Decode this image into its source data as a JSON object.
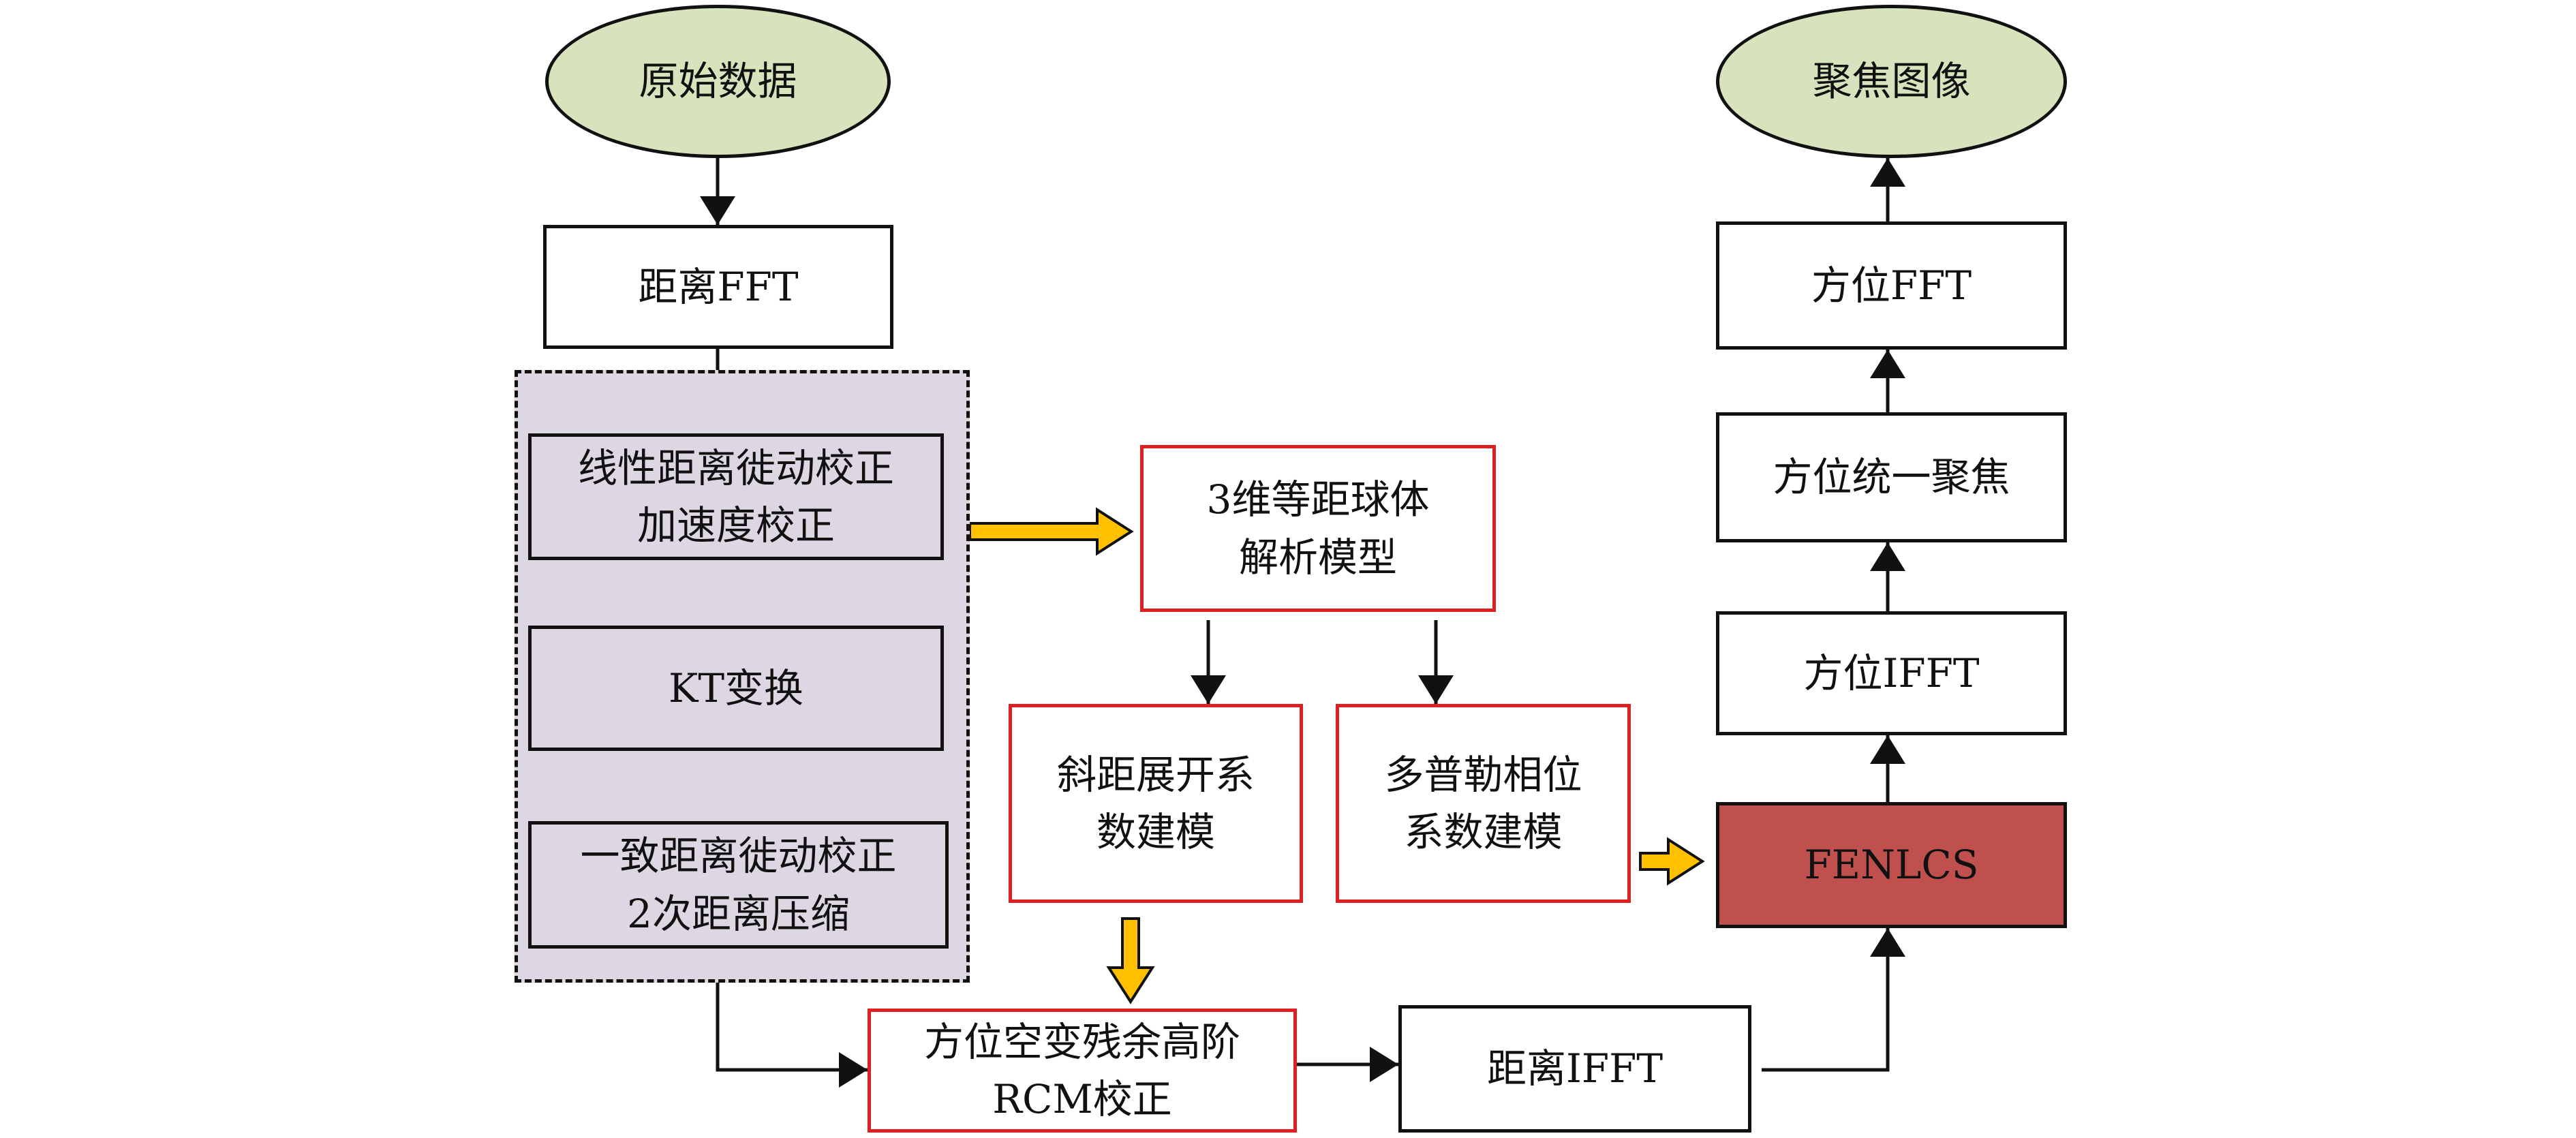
{
  "nodes": {
    "raw_data": "原始数据",
    "range_fft": "距离FFT",
    "linear_rcm_line1": "线性距离徙动校正",
    "linear_rcm_line2": "加速度校正",
    "kt_transform": "KT变换",
    "uniform_rcm_line1": "一致距离徙动校正",
    "uniform_rcm_line2": "2次距离压缩",
    "analytic_model_line1": "3维等距球体",
    "analytic_model_line2": "解析模型",
    "slant_model_line1": "斜距展开系",
    "slant_model_line2": "数建模",
    "doppler_model_line1": "多普勒相位",
    "doppler_model_line2": "系数建模",
    "azimuth_rcm_line1": "方位空变残余高阶",
    "azimuth_rcm_line2": "RCM校正",
    "range_ifft": "距离IFFT",
    "fenlcs": "FENLCS",
    "azimuth_ifft": "方位IFFT",
    "azimuth_focus": "方位统一聚焦",
    "azimuth_fft": "方位FFT",
    "focused_image": "聚焦图像"
  },
  "colors": {
    "input_output_fill": "#d7e3bc",
    "group_fill": "#ddd7e4",
    "model_border": "#e02020",
    "fenlcs_fill": "#c0504d",
    "accent_arrow": "#ffc000"
  }
}
